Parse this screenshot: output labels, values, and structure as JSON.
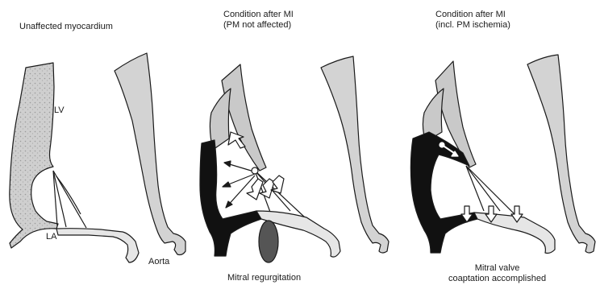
{
  "panels": [
    {
      "title_lines": [
        "Unaffected myocardium"
      ],
      "labels": {
        "lv": "LV",
        "la": "LA",
        "aorta": "Aorta"
      }
    },
    {
      "title_lines": [
        "Condition after MI",
        "(PM not affected)"
      ],
      "caption_lines": [
        "Mitral regurgitation"
      ]
    },
    {
      "title_lines": [
        "Condition after MI",
        "(incl. PM ischemia)"
      ],
      "caption_lines": [
        "Mitral valve",
        "coaptation accomplished"
      ]
    }
  ],
  "colors": {
    "ink": "#1a1a1a",
    "tissue": "#c9c9c9",
    "infarct": "#111111",
    "regurgitant_jet": "#555555"
  }
}
